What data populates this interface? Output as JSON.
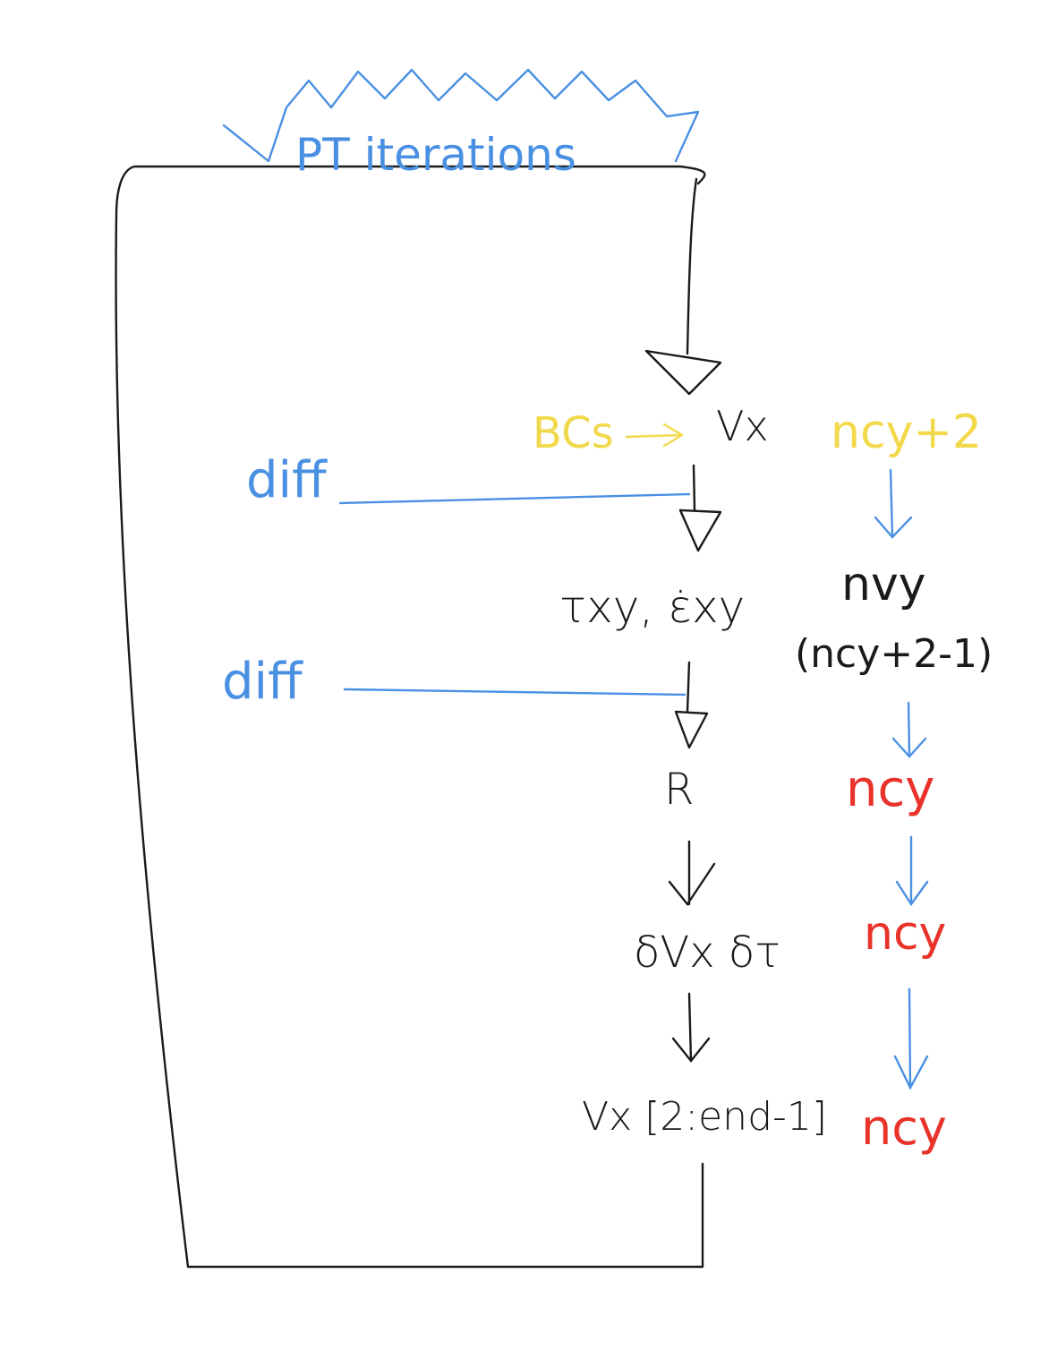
{
  "colors": {
    "ink": "#1a1a1a",
    "blue": "#4a90e2",
    "yellow": "#f2d94c",
    "red": "#e8322a"
  },
  "banner": {
    "label": "PT iterations"
  },
  "steps": [
    {
      "label": "Vx"
    },
    {
      "label": "τxy, ε̇xy"
    },
    {
      "label": "R"
    },
    {
      "label": "δVx δτ"
    },
    {
      "label": "Vx [2:end-1]"
    }
  ],
  "bcs": {
    "label": "BCs"
  },
  "diff_labels": [
    {
      "label": "diff"
    },
    {
      "label": "diff"
    }
  ],
  "sizes": [
    {
      "label": "ncy+2",
      "color_key": "yellow"
    },
    {
      "label": "nvy",
      "color_key": "ink"
    },
    {
      "label": "(ncy+2-1)",
      "color_key": "ink"
    },
    {
      "label": "ncy",
      "color_key": "red"
    },
    {
      "label": "ncy",
      "color_key": "red"
    },
    {
      "label": "ncy",
      "color_key": "red"
    }
  ]
}
